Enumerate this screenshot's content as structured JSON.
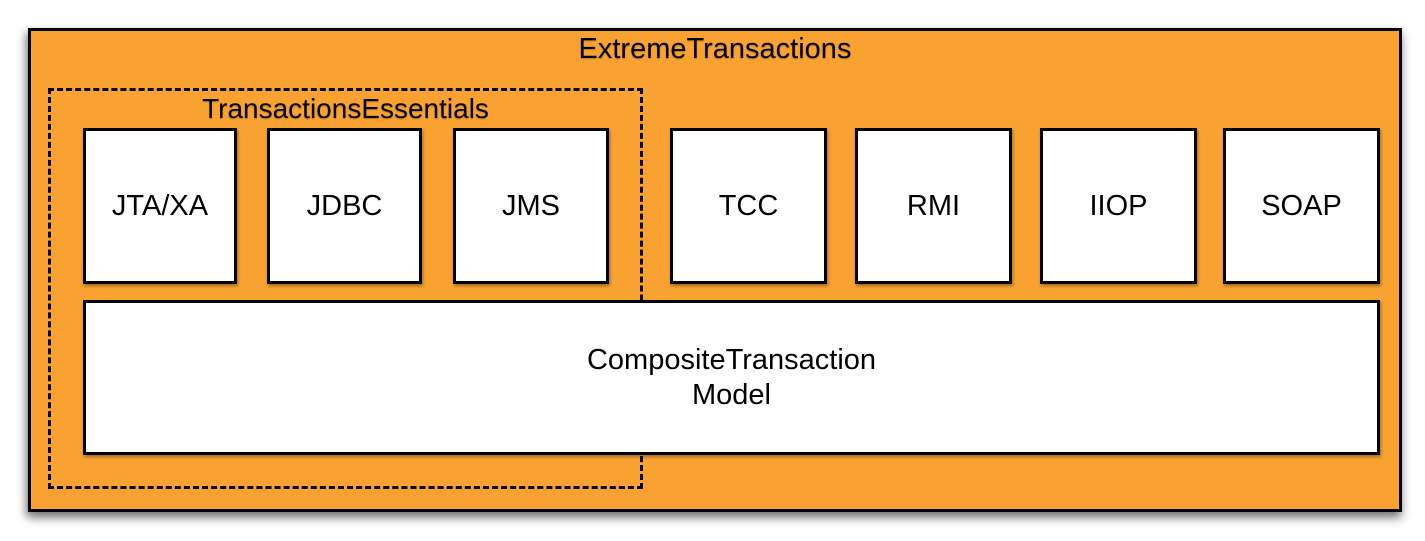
{
  "colors": {
    "container_fill": "#F9A231",
    "box_fill": "#FFFFFF",
    "line": "#000000"
  },
  "container": {
    "title": "ExtremeTransactions"
  },
  "group": {
    "label": "TransactionsEssentials"
  },
  "modules": [
    {
      "id": "jta-xa",
      "label": "JTA/XA",
      "in_group": true
    },
    {
      "id": "jdbc",
      "label": "JDBC",
      "in_group": true
    },
    {
      "id": "jms",
      "label": "JMS",
      "in_group": true
    },
    {
      "id": "tcc",
      "label": "TCC",
      "in_group": false
    },
    {
      "id": "rmi",
      "label": "RMI",
      "in_group": false
    },
    {
      "id": "iiop",
      "label": "IIOP",
      "in_group": false
    },
    {
      "id": "soap",
      "label": "SOAP",
      "in_group": false
    }
  ],
  "base_module": {
    "line1": "CompositeTransaction",
    "line2": "Model"
  }
}
